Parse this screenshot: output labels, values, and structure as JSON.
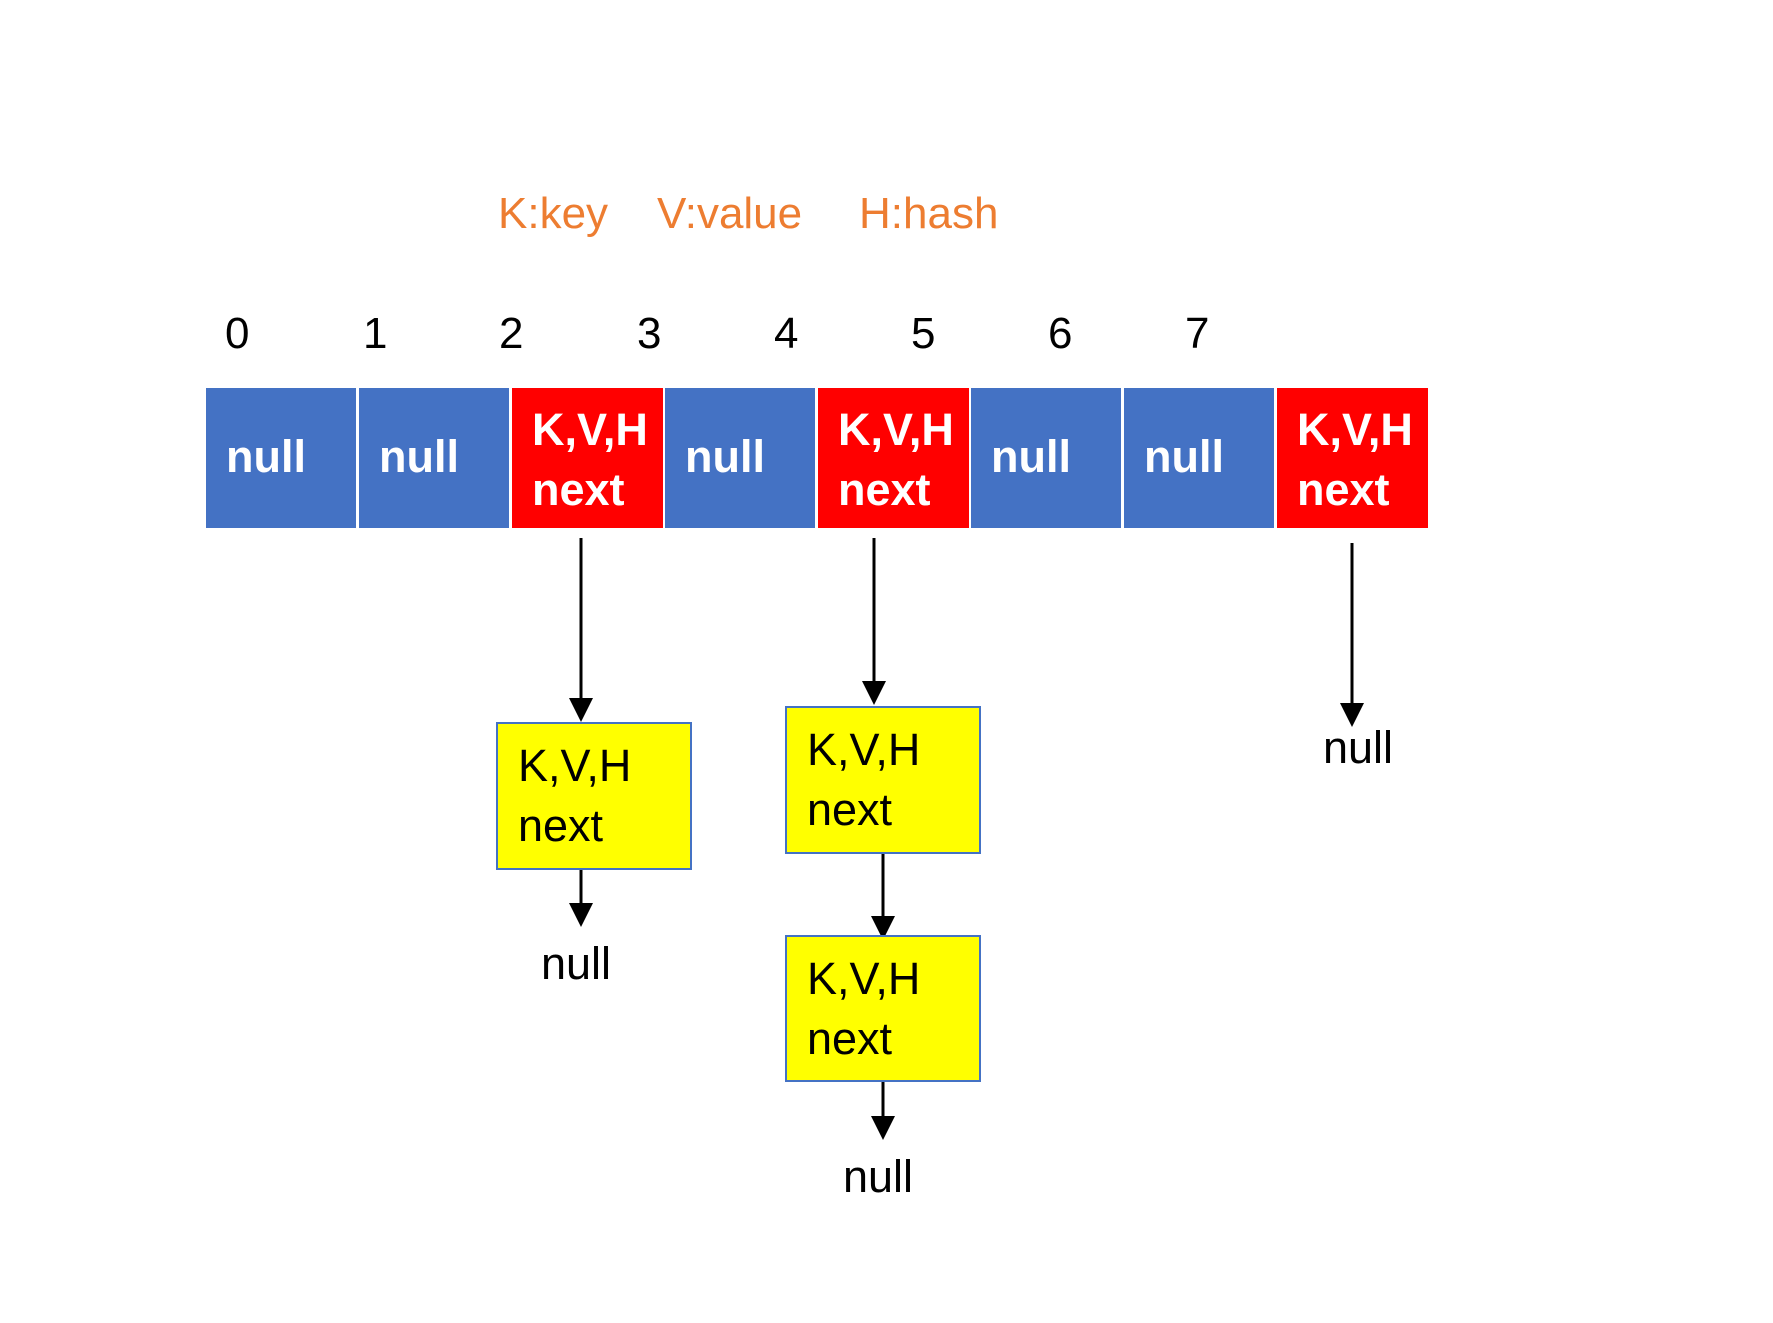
{
  "legend": {
    "key": "K:key",
    "value": "V:value",
    "hash": "H:hash"
  },
  "indices": [
    "0",
    "1",
    "2",
    "3",
    "4",
    "5",
    "6",
    "7"
  ],
  "cells": [
    {
      "line1": "null"
    },
    {
      "line1": "null"
    },
    {
      "line1": "K,V,H",
      "line2": "next"
    },
    {
      "line1": "null"
    },
    {
      "line1": "K,V,H",
      "line2": "next"
    },
    {
      "line1": "null"
    },
    {
      "line1": "null"
    },
    {
      "line1": "K,V,H",
      "line2": "next"
    }
  ],
  "chain_nodes": [
    {
      "line1": "K,V,H",
      "line2": "next"
    },
    {
      "line1": "K,V,H",
      "line2": "next"
    },
    {
      "line1": "K,V,H",
      "line2": "next"
    }
  ],
  "null_labels": [
    "null",
    "null",
    "null"
  ],
  "colors": {
    "legend": "#ED7D31",
    "empty_bucket": "#4472C4",
    "entry_bucket": "#FF0000",
    "chain_node": "#FFFF00"
  }
}
